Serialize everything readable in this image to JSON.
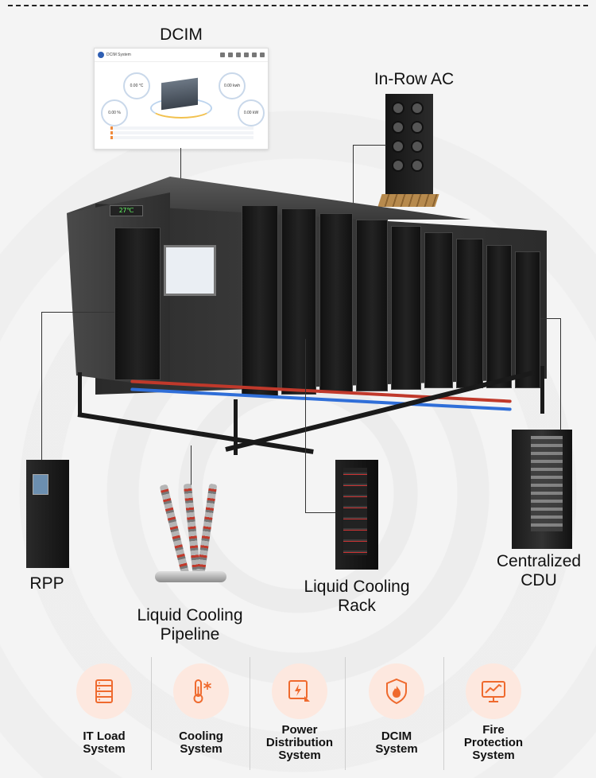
{
  "callouts": {
    "dcim": "DCIM",
    "in_row_ac": "In-Row AC",
    "rpp": "RPP",
    "liquid_cooling_pipeline": [
      "Liquid Cooling",
      "Pipeline"
    ],
    "liquid_cooling_rack": [
      "Liquid Cooling",
      "Rack"
    ],
    "centralized_cdu": [
      "Centralized",
      "CDU"
    ]
  },
  "features": [
    {
      "line1": "IT Load",
      "line2": "System",
      "line3": "",
      "icon": "server-rack-icon"
    },
    {
      "line1": "Cooling",
      "line2": "System",
      "line3": "",
      "icon": "thermometer-snowflake-icon"
    },
    {
      "line1": "Power",
      "line2": "Distribution",
      "line3": "System",
      "icon": "power-distribution-icon"
    },
    {
      "line1": "DCIM",
      "line2": "System",
      "line3": "",
      "icon": "shield-flame-icon"
    },
    {
      "line1": "Fire",
      "line2": "Protection",
      "line3": "System",
      "icon": "monitor-chart-icon"
    }
  ],
  "dcim_screen": {
    "app_name": "DCIM System",
    "gauges": [
      "0.00 °C",
      "0.00 %",
      "0.00 kwh",
      "0.00 kW"
    ]
  },
  "colors": {
    "accent": "#ef6a2e",
    "icon_bg": "#fde8df"
  }
}
